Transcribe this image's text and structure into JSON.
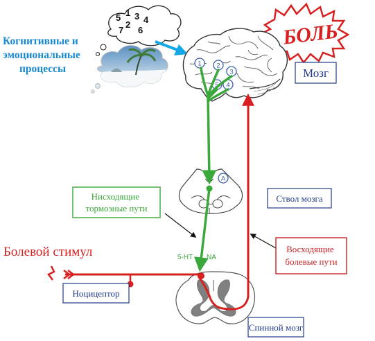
{
  "cognitive_label": [
    "Когнитивные и",
    "эмоциональные",
    "процессы"
  ],
  "thought_numbers": [
    "5",
    "1",
    "3",
    "4",
    "2",
    "7",
    "6"
  ],
  "pain_burst": "БОЛЬ",
  "brain_label": "Мозг",
  "brain_nuclei": [
    "1",
    "2",
    "3",
    "5",
    "4"
  ],
  "brainstem_nucleus": "A",
  "brainstem_label": "Ствол мозга",
  "descending_label": [
    "Нисходящие",
    "тормозные пути"
  ],
  "ascending_label": [
    "Восходящие",
    "болевые пути"
  ],
  "pain_stimulus": "Болевой стимул",
  "nociceptor_label": "Ноцицептор",
  "spinal_label": "Спинной мозг",
  "transmitter_5ht": "5-HT",
  "transmitter_na": "NA",
  "colors": {
    "descending": "#3aa83a",
    "ascending": "#d82020",
    "cognitive_text": "#1a8ad0",
    "arrow_blue": "#12a8e8",
    "box_blue_border": "#1f3a8a",
    "box_blue_text": "#1f3a8a",
    "box_green_border": "#3aa83a",
    "box_red_border": "#c42222"
  }
}
